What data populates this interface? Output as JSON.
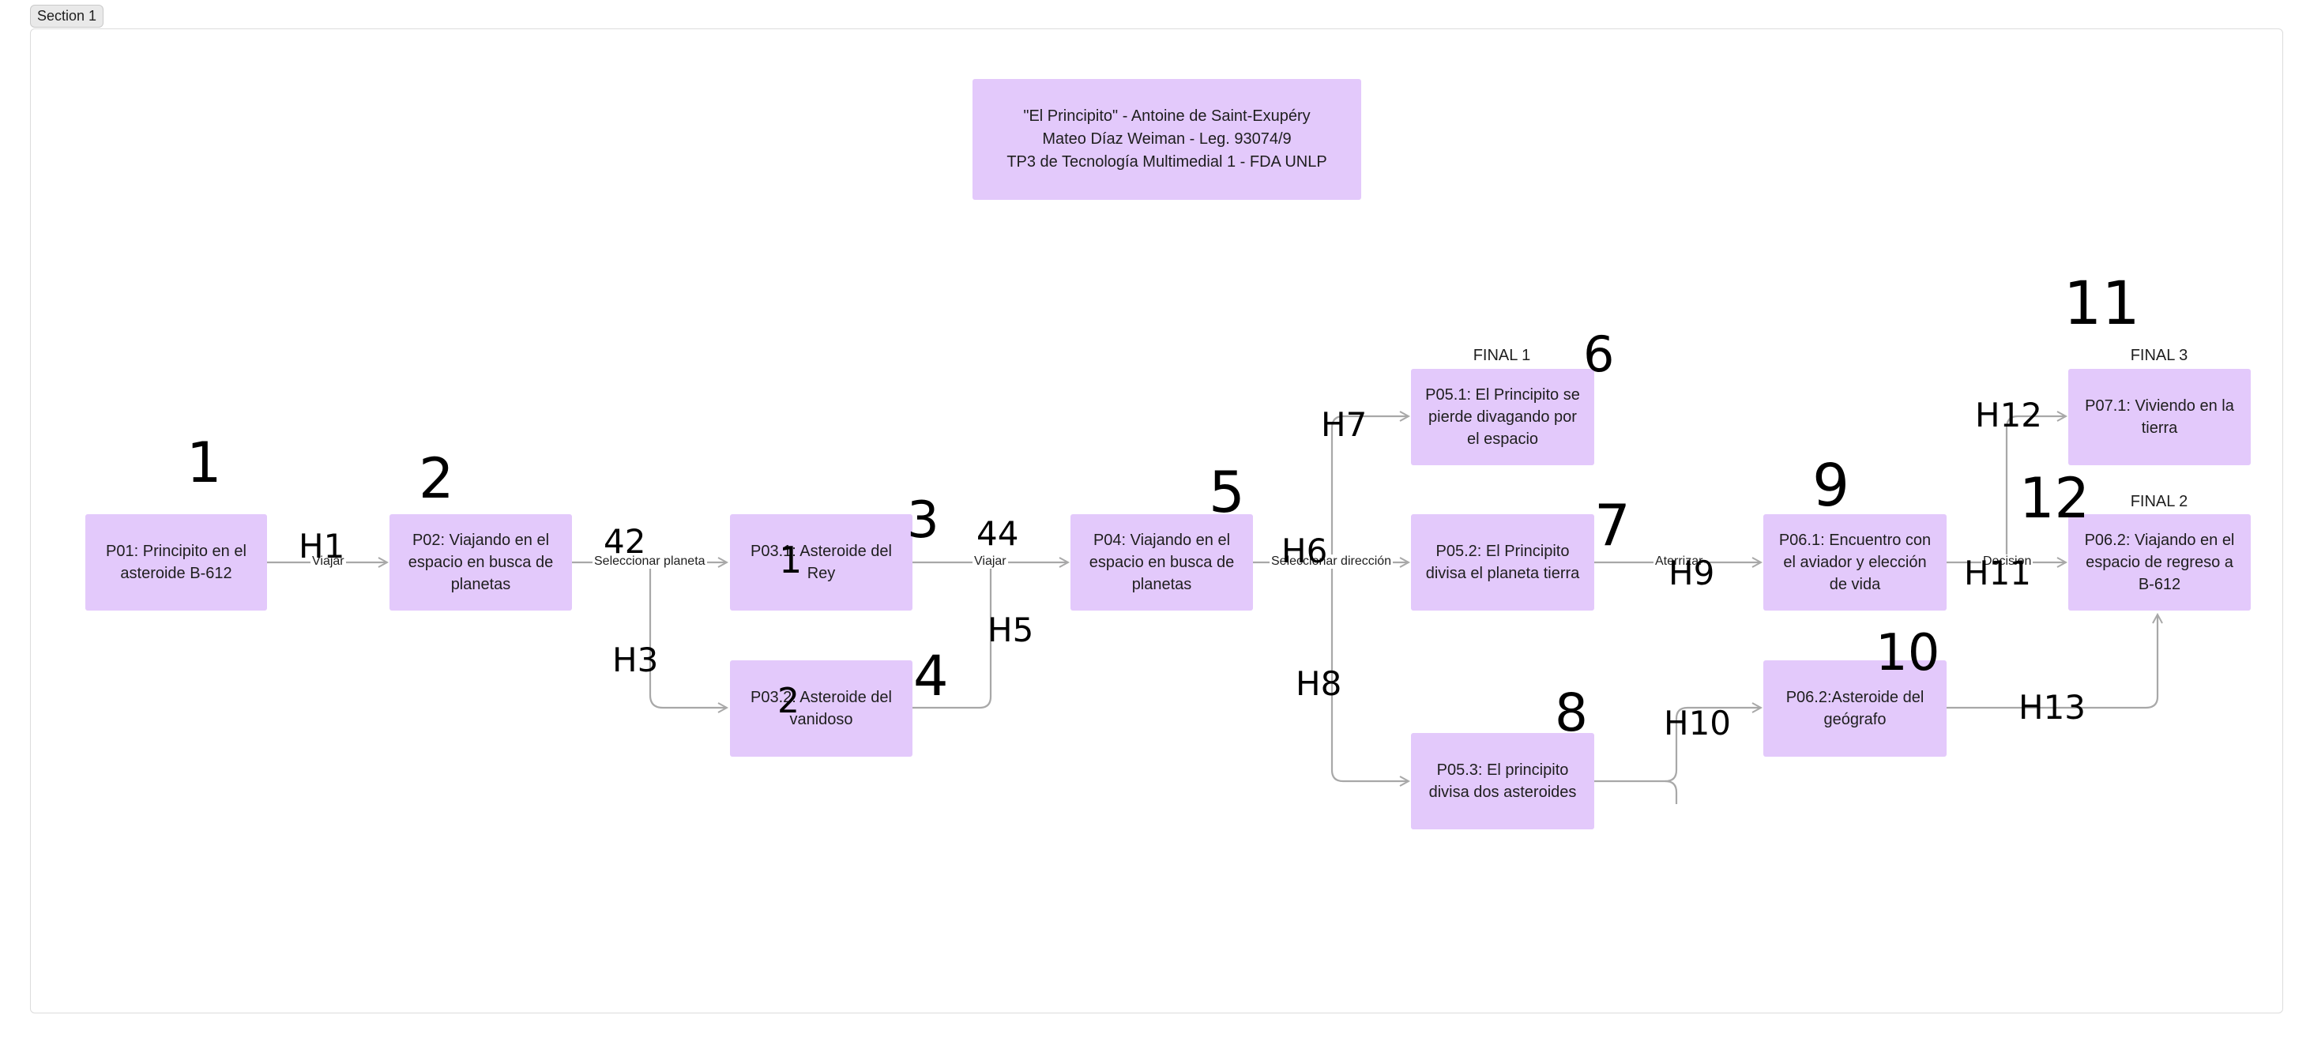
{
  "section_label": "Section 1",
  "title_lines": [
    "\"El Principito\" - Antoine de Saint-Exupéry",
    "Mateo Díaz Weiman - Leg. 93074/9",
    "TP3 de Tecnología Multimedial 1 - FDA UNLP"
  ],
  "nodes": {
    "p01": "P01: Principito en el asteroide B-612",
    "p02": "P02: Viajando en el espacio en busca de planetas",
    "p031": "P03.1: Asteroide del Rey",
    "p032": "P03.2: Asteroide del vanidoso",
    "p04": "P04: Viajando en el espacio en busca de planetas",
    "p051": "P05.1: El Principito se pierde divagando por el espacio",
    "p052": "P05.2: El Principito divisa el planeta tierra",
    "p053": "P05.3: El principito divisa dos asteroides",
    "p061": "P06.1: Encuentro con el aviador y elección de vida",
    "p062": "P06.2:Asteroide del geógrafo",
    "p071": "P07.1: Viviendo en la tierra",
    "p0622": "P06.2: Viajando en el espacio de regreso a B-612"
  },
  "finals": {
    "final1": "FINAL 1",
    "final2": "FINAL 2",
    "final3": "FINAL 3"
  },
  "edge_labels": {
    "viajar1": "Viajar",
    "seleccionar_planeta": "Seleccionar planeta",
    "viajar2": "Viajar",
    "seleccionar_direccion": "Seleccionar dirección",
    "aterrizar": "Aterrizar",
    "decision": "Decision"
  },
  "handwritten": {
    "n1": "1",
    "n2": "2",
    "n3": "3",
    "n4": "4",
    "n5": "5",
    "n6": "6",
    "n7": "7",
    "n8": "8",
    "n9": "9",
    "n10": "10",
    "n11": "11",
    "n12": "12",
    "h1": "H1",
    "h2": "42",
    "h3": "H3",
    "h4": "44",
    "h5": "H5",
    "h6": "H6",
    "h7": "H7",
    "h8": "H8",
    "h9": "H9",
    "h10": "H10",
    "h11": "H11",
    "h12": "H12",
    "h13": "H13",
    "p031_mark": "1",
    "p032_mark": "2"
  },
  "colors": {
    "node_fill": "#e3c9fb",
    "edge": "#a8a8a8",
    "ink": "#000000"
  }
}
